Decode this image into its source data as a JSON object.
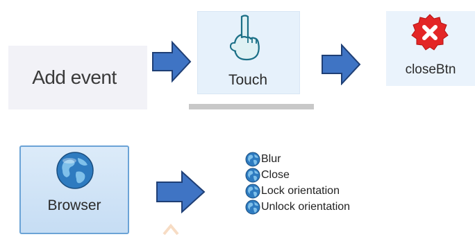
{
  "row1": {
    "add_event_label": "Add event",
    "touch_label": "Touch",
    "close_label": "closeBtn"
  },
  "row2": {
    "browser_label": "Browser",
    "menu_items": [
      "Blur",
      "Close",
      "Lock orientation",
      "Unlock orientation"
    ]
  },
  "icons": {
    "touch": "pointing-hand-icon",
    "close": "red-x-badge-icon",
    "browser": "globe-icon",
    "menu_item": "globe-icon"
  },
  "colors": {
    "arrow_fill": "#3f74c4",
    "arrow_stroke": "#1f3f75",
    "close_red": "#e32626",
    "globe_blue": "#2e7bc0",
    "globe_land": "#1f5d94"
  }
}
